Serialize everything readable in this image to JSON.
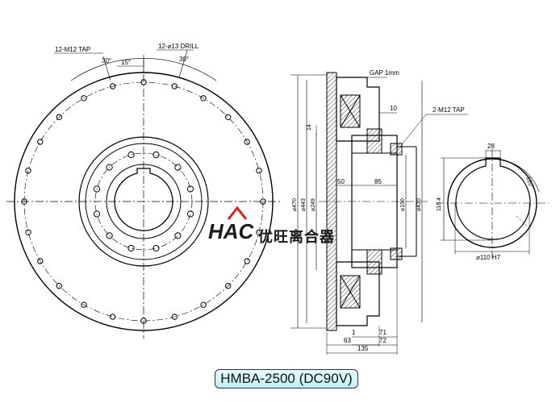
{
  "front_view": {
    "tap_label": "12-M12 TAP",
    "drill_label": "12-⌀13 DRILL",
    "angle_30a": "30°",
    "angle_15": "15°",
    "angle_30b": "30°"
  },
  "section_view": {
    "gap": "GAP 1mm",
    "dim_10": "10",
    "tap_label": "2-M12 TAP",
    "dim_14": "14",
    "dim_50": "50",
    "dim_85": "85",
    "d470": "⌀470",
    "d443": "⌀443",
    "d249": "⌀249",
    "d150": "⌀150",
    "d410": "⌀410",
    "dim_1": "1",
    "dim_71": "71",
    "dim_63": "63",
    "dim_72": "72",
    "dim_135": "135"
  },
  "bore_view": {
    "dim_28": "28",
    "dim_120": "120°",
    "dim_116": "116.4",
    "bore": "⌀110 H7"
  },
  "logo": {
    "mark": "HAC",
    "company": "优旺离合器"
  },
  "model": "HMBA-2500 (DC90V)",
  "colors": {
    "line": "#000000",
    "hatch": "#333333",
    "logo_red": "#d42020",
    "label_bg": "#c8f2fa"
  }
}
